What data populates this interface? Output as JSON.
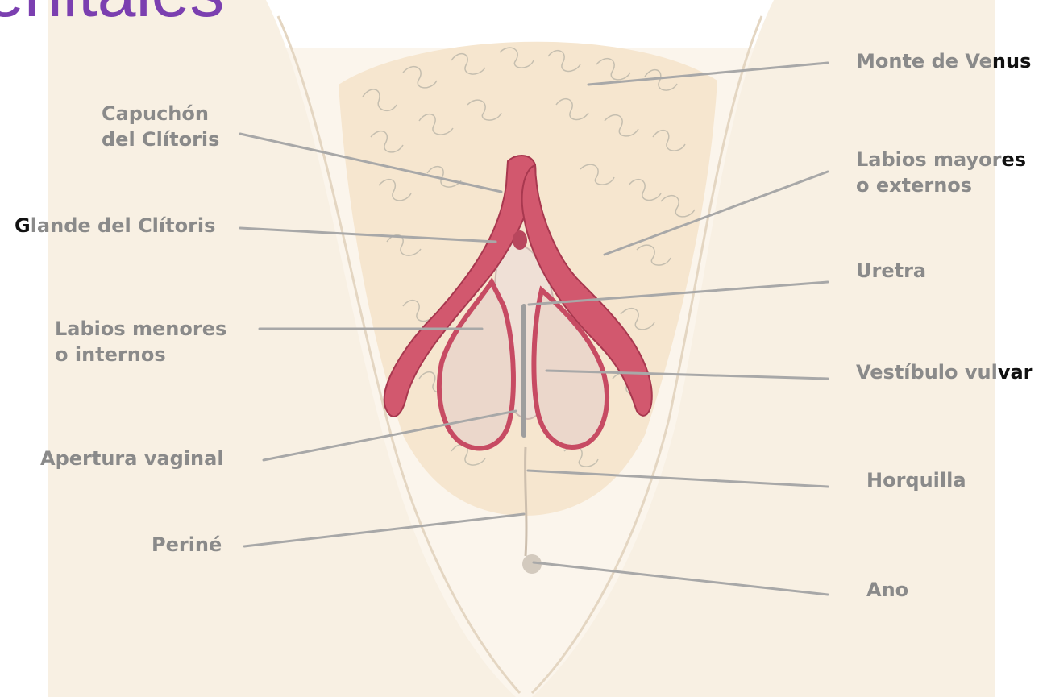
{
  "heading": {
    "fragment": "enitales",
    "color": "#7b3fb0"
  },
  "labels": {
    "capuchon": {
      "line1": "Capuchón",
      "line2": "del Clítoris"
    },
    "glande": {
      "first": "G",
      "rest": "lande del Clítoris"
    },
    "labios_menores": {
      "line1": "Labios menores",
      "line2": "o internos"
    },
    "apertura": "Apertura vaginal",
    "perine": "Periné",
    "monte": {
      "main": "Monte de Ve",
      "end": "nus"
    },
    "labios_mayores": {
      "main": "Labios mayor",
      "end": "es",
      "line2": "o externos"
    },
    "uretra": "Uretra",
    "vestibulo": {
      "main": "Vestíbulo vul",
      "end": "var"
    },
    "horquilla": "Horquilla",
    "ano": "Ano"
  },
  "colors": {
    "label_text": "#8a8a8a",
    "leader_line": "#a8a8a8",
    "skin": "#f7eede",
    "labia_minora": "#d2586e",
    "hair": "#b9b5a8"
  }
}
